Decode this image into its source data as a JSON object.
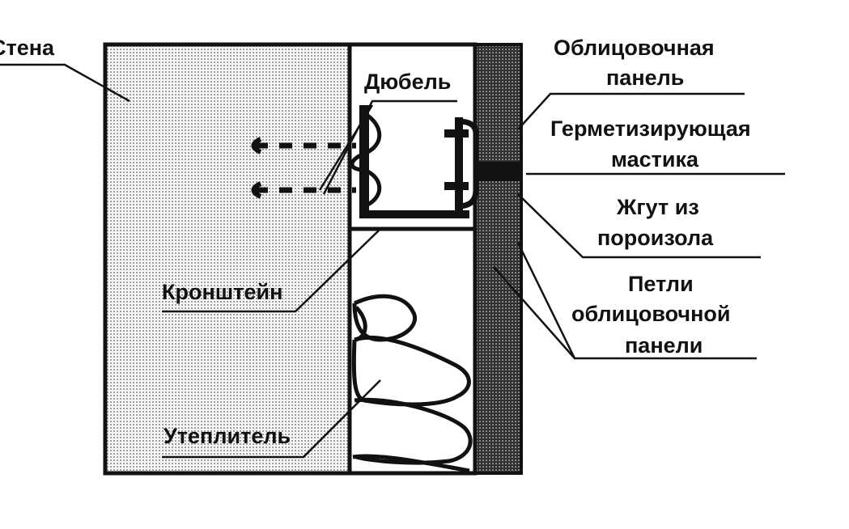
{
  "labels": {
    "wall": "Стена",
    "dowel": "Дюбель",
    "cladding_panel_line1": "Облицовочная",
    "cladding_panel_line2": "панель",
    "sealant_line1": "Герметизирующая",
    "sealant_line2": "мастика",
    "foam_cord_line1": "Жгут из",
    "foam_cord_line2": "пороизола",
    "panel_loops_line1": "Петли",
    "panel_loops_line2": "облицовочной",
    "panel_loops_line3": "панели",
    "bracket": "Кронштейн",
    "insulation": "Утеплитель"
  },
  "colors": {
    "ink": "#111111",
    "wall_fill": "#d2d2d2",
    "panel_fill": "#555555",
    "background": "#ffffff"
  }
}
